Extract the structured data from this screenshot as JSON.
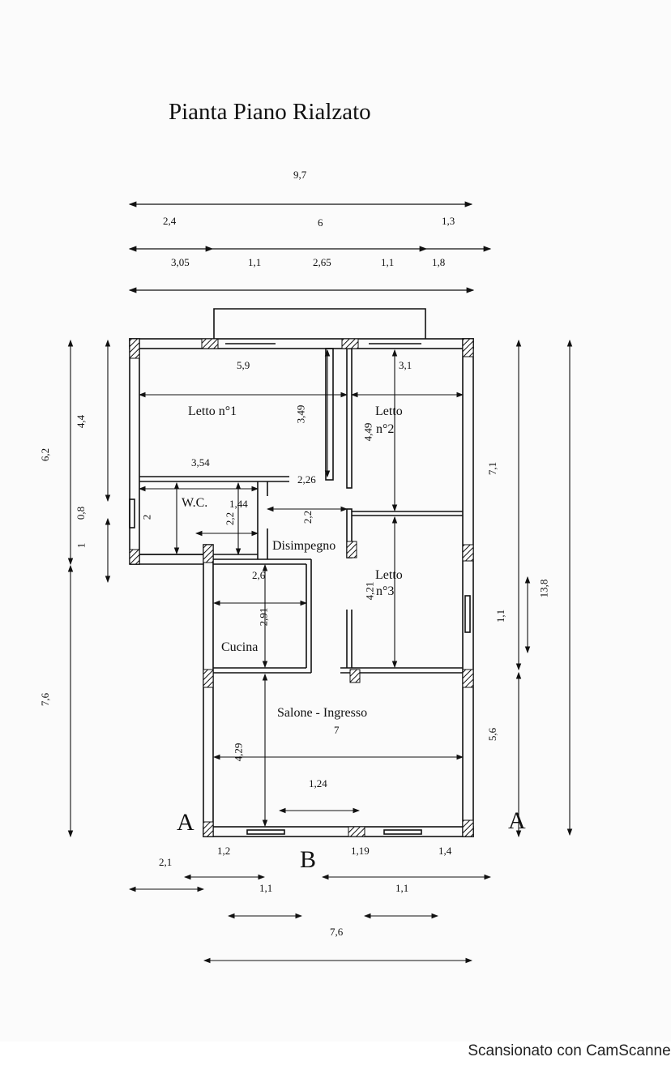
{
  "title": "Pianta Piano Rialzato",
  "rooms": {
    "letto1": "Letto n°1",
    "letto2": "Letto",
    "letto2_n": "n°2",
    "wc": "W.C.",
    "disimpegno": "Disimpegno",
    "letto3": "Letto",
    "letto3_n": "n°3",
    "cucina": "Cucina",
    "salone": "Salone - Ingresso"
  },
  "section_marks": {
    "a_left": "A",
    "a_right": "A",
    "b": "B"
  },
  "dimensions": {
    "top_total": "9,7",
    "top_row2": [
      "2,4",
      "6",
      "1,3"
    ],
    "top_row3": [
      "3,05",
      "1,1",
      "2,65",
      "1,1",
      "1,8"
    ],
    "letto1_width": "5,9",
    "letto2_width": "3,1",
    "letto1_height": "3,49",
    "letto2_height": "4,49",
    "letto1_lower": "3,54",
    "dis_width": "2,26",
    "wc_width": "1,44",
    "wc_height": "2,2",
    "wc_side": "2",
    "dis_height": "2,2",
    "cucina_width": "2,6",
    "cucina_height": "2,91",
    "letto3_height": "4,21",
    "salone_width": "7",
    "salone_height": "4,29",
    "salone_door": "1,24",
    "left_outer": "6,2",
    "left_inner": "4,4",
    "left_small": "0,8",
    "left_one": "1",
    "left_lower": "7,6",
    "right_upper": "7,1",
    "right_mid": "1,1",
    "right_total": "13,8",
    "right_lower": "5,6",
    "bottom_left": "1,2",
    "bottom_mid": "1,19",
    "bottom_right": "1,4",
    "bottom_far_left": "2,1",
    "bottom_w1": "1,1",
    "bottom_w2": "1,1",
    "bottom_total": "7,6"
  },
  "footer": "Scansionato con CamScanner"
}
